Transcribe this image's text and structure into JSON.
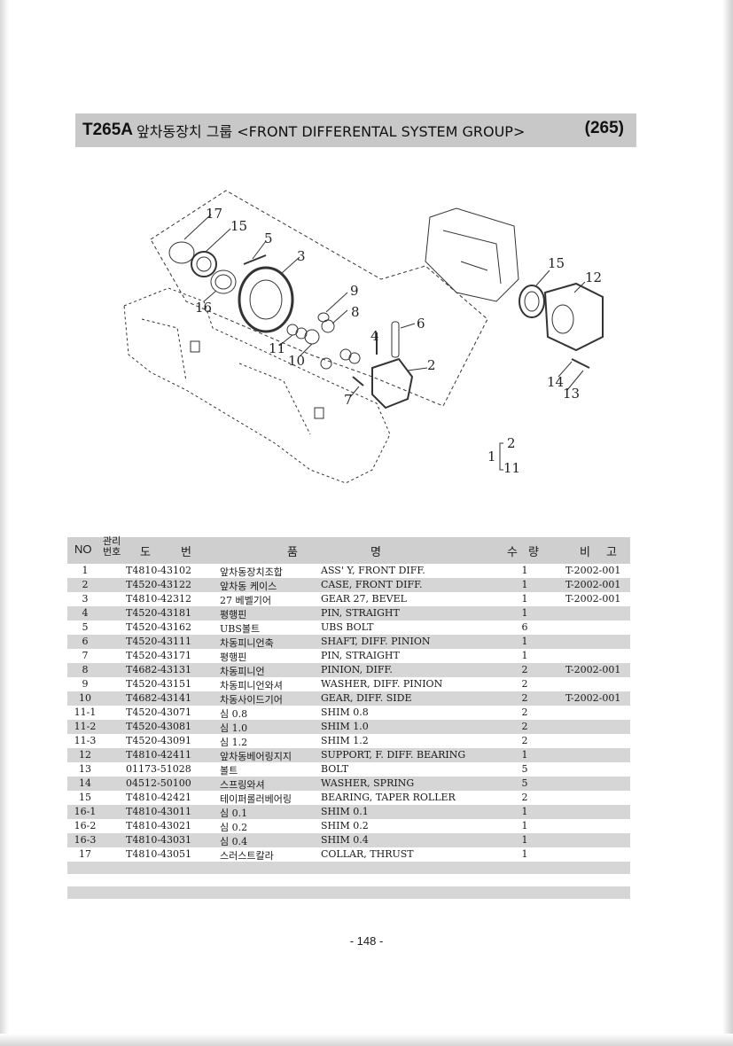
{
  "header": {
    "code": "T265A",
    "title": "앞차동장치 그룹 <FRONT DIFFERENTAL SYSTEM GROUP>",
    "page_ref": "(265)"
  },
  "diagram": {
    "callouts": [
      "17",
      "15",
      "5",
      "3",
      "16",
      "9",
      "8",
      "6",
      "11",
      "10",
      "4",
      "2",
      "7",
      "15",
      "12",
      "14",
      "13",
      "1",
      "2",
      "11"
    ]
  },
  "table": {
    "headers": {
      "no": "NO",
      "mgmt": "관리\n번호",
      "part_a": "도",
      "part_b": "번",
      "name_a": "품",
      "name_b": "명",
      "qty_a": "수",
      "qty_b": "량",
      "rem_a": "비",
      "rem_b": "고"
    },
    "rows": [
      {
        "no": "1",
        "part": "T4810-43102",
        "kr": "앞차동장치조합",
        "name": "ASS' Y, FRONT DIFF.",
        "qty": "1",
        "remark": "T-2002-001"
      },
      {
        "no": "2",
        "part": "T4520-43122",
        "kr": "앞차동 케이스",
        "name": "CASE, FRONT DIFF.",
        "qty": "1",
        "remark": "T-2002-001"
      },
      {
        "no": "3",
        "part": "T4810-42312",
        "kr": "27 베벨기어",
        "name": "GEAR 27, BEVEL",
        "qty": "1",
        "remark": "T-2002-001"
      },
      {
        "no": "4",
        "part": "T4520-43181",
        "kr": "평행핀",
        "name": "PIN, STRAIGHT",
        "qty": "1",
        "remark": ""
      },
      {
        "no": "5",
        "part": "T4520-43162",
        "kr": "UBS볼트",
        "name": "UBS BOLT",
        "qty": "6",
        "remark": ""
      },
      {
        "no": "6",
        "part": "T4520-43111",
        "kr": "차동피니언축",
        "name": "SHAFT, DIFF. PINION",
        "qty": "1",
        "remark": ""
      },
      {
        "no": "7",
        "part": "T4520-43171",
        "kr": "평행핀",
        "name": "PIN, STRAIGHT",
        "qty": "1",
        "remark": ""
      },
      {
        "no": "8",
        "part": "T4682-43131",
        "kr": "차동피니언",
        "name": "PINION, DIFF.",
        "qty": "2",
        "remark": "T-2002-001"
      },
      {
        "no": "9",
        "part": "T4520-43151",
        "kr": "차동피니언와셔",
        "name": "WASHER, DIFF. PINION",
        "qty": "2",
        "remark": ""
      },
      {
        "no": "10",
        "part": "T4682-43141",
        "kr": "차동사이드기어",
        "name": "GEAR, DIFF. SIDE",
        "qty": "2",
        "remark": "T-2002-001"
      },
      {
        "no": "11-1",
        "part": "T4520-43071",
        "kr": "심 0.8",
        "name": "SHIM 0.8",
        "qty": "2",
        "remark": ""
      },
      {
        "no": "11-2",
        "part": "T4520-43081",
        "kr": "심 1.0",
        "name": "SHIM 1.0",
        "qty": "2",
        "remark": ""
      },
      {
        "no": "11-3",
        "part": "T4520-43091",
        "kr": "심 1.2",
        "name": "SHIM 1.2",
        "qty": "2",
        "remark": ""
      },
      {
        "no": "12",
        "part": "T4810-42411",
        "kr": "앞차동베어링지지",
        "name": "SUPPORT, F. DIFF. BEARING",
        "qty": "1",
        "remark": ""
      },
      {
        "no": "13",
        "part": "01173-51028",
        "kr": "볼트",
        "name": "BOLT",
        "qty": "5",
        "remark": ""
      },
      {
        "no": "14",
        "part": "04512-50100",
        "kr": "스프링와셔",
        "name": "WASHER, SPRING",
        "qty": "5",
        "remark": ""
      },
      {
        "no": "15",
        "part": "T4810-42421",
        "kr": "테이퍼롤러베어링",
        "name": "BEARING, TAPER ROLLER",
        "qty": "2",
        "remark": ""
      },
      {
        "no": "16-1",
        "part": "T4810-43011",
        "kr": "심 0.1",
        "name": "SHIM 0.1",
        "qty": "1",
        "remark": ""
      },
      {
        "no": "16-2",
        "part": "T4810-43021",
        "kr": "심 0.2",
        "name": "SHIM 0.2",
        "qty": "1",
        "remark": ""
      },
      {
        "no": "16-3",
        "part": "T4810-43031",
        "kr": "심 0.4",
        "name": "SHIM 0.4",
        "qty": "1",
        "remark": ""
      },
      {
        "no": "17",
        "part": "T4810-43051",
        "kr": "스러스트칼라",
        "name": "COLLAR, THRUST",
        "qty": "1",
        "remark": ""
      }
    ]
  },
  "footer": {
    "page_number": "- 148 -"
  }
}
